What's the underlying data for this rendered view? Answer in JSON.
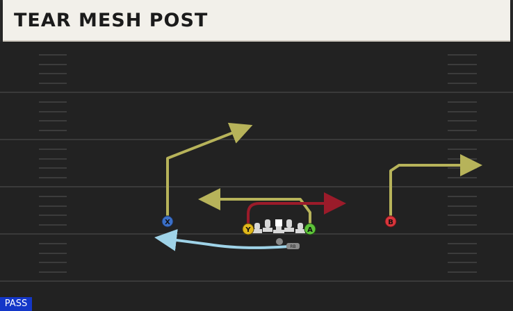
{
  "play": {
    "title": "TEAR MESH POST",
    "mode_badge": "PASS"
  },
  "players": {
    "x": "X",
    "y": "Y",
    "a": "A",
    "b": "B",
    "rb": "RB"
  },
  "colors": {
    "route_yellow": "#b7b35a",
    "route_red": "#9b1b2a",
    "route_blue": "#9fd3e8",
    "x_player": "#3a6fc8",
    "y_player": "#e0b81c",
    "a_player": "#5ec43a",
    "b_player": "#d8353b",
    "pass_badge": "#1437c8"
  }
}
